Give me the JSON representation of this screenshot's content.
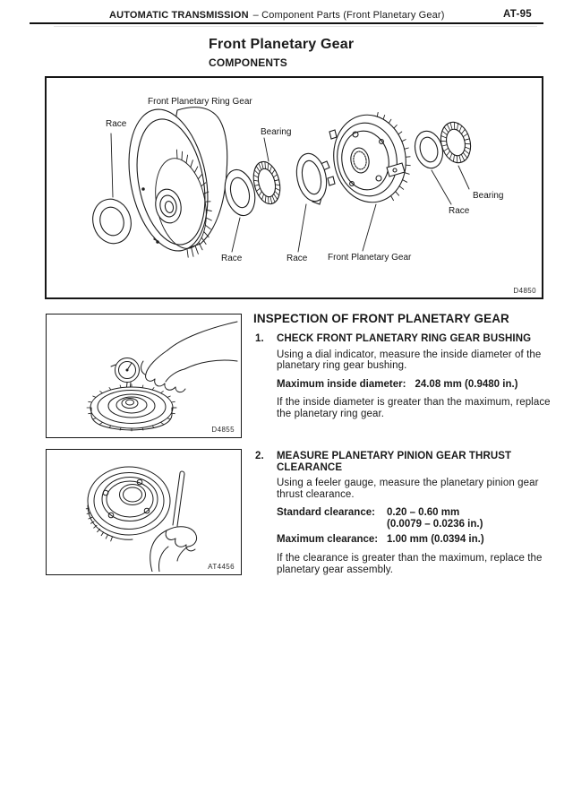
{
  "header": {
    "section": "AUTOMATIC TRANSMISSION",
    "subsection": "– Component Parts (Front Planetary Gear)",
    "page_number": "AT-95"
  },
  "title": "Front Planetary Gear",
  "subtitle": "COMPONENTS",
  "components": {
    "figure_code": "D4850",
    "labels": {
      "ring_gear_top": "Front Planetary Ring Gear",
      "race_left": "Race",
      "bearing_left": "Bearing",
      "race_bottom_1": "Race",
      "race_bottom_2": "Race",
      "gear_bottom": "Front Planetary Gear",
      "race_right": "Race",
      "bearing_right": "Bearing"
    }
  },
  "inspection": {
    "heading": "INSPECTION OF FRONT PLANETARY GEAR",
    "steps": [
      {
        "number": "1.",
        "title_lines": [
          "CHECK FRONT PLANETARY RING GEAR BUSHING"
        ],
        "body1_lines": [
          "Using a dial indicator, measure the inside diameter of the",
          "planetary ring gear bushing."
        ],
        "spec_label": "Maximum inside diameter:",
        "spec_value": "24.08 mm (0.9480 in.)",
        "body2_lines": [
          "If the inside diameter is greater than the maximum, replace",
          "the planetary ring gear."
        ],
        "figure_code": "D4855"
      },
      {
        "number": "2.",
        "title_lines": [
          "MEASURE PLANETARY PINION GEAR THRUST",
          "CLEARANCE"
        ],
        "body1_lines": [
          "Using a feeler gauge, measure the planetary pinion gear",
          "thrust clearance."
        ],
        "specs": [
          {
            "label": "Standard clearance:",
            "lines": [
              "0.20 – 0.60 mm",
              "(0.0079 – 0.0236 in.)"
            ]
          },
          {
            "label": "Maximum clearance:",
            "lines": [
              "1.00 mm (0.0394 in.)"
            ]
          }
        ],
        "body2_lines": [
          "If the clearance is greater than the maximum, replace the",
          "planetary gear assembly."
        ],
        "figure_code": "AT4456"
      }
    ]
  }
}
